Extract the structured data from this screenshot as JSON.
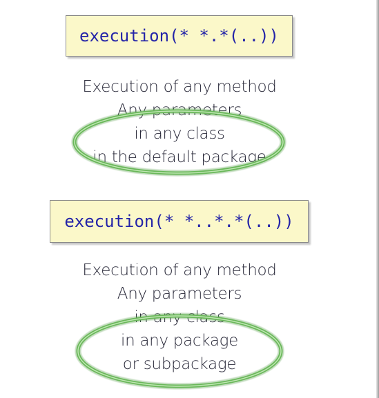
{
  "examples": [
    {
      "expression": "execution(* *.*(..))",
      "description": [
        "Execution of any method",
        "Any parameters",
        "in any class",
        "in the default package"
      ]
    },
    {
      "expression": "execution(* *..*.*(..))",
      "description": [
        "Execution of any method",
        "Any parameters",
        "in any class",
        "in any package",
        "or subpackage"
      ]
    }
  ],
  "colors": {
    "code_text": "#2424a8",
    "code_background": "#fbf8c9",
    "highlight_ellipse": "#6ab85a"
  }
}
